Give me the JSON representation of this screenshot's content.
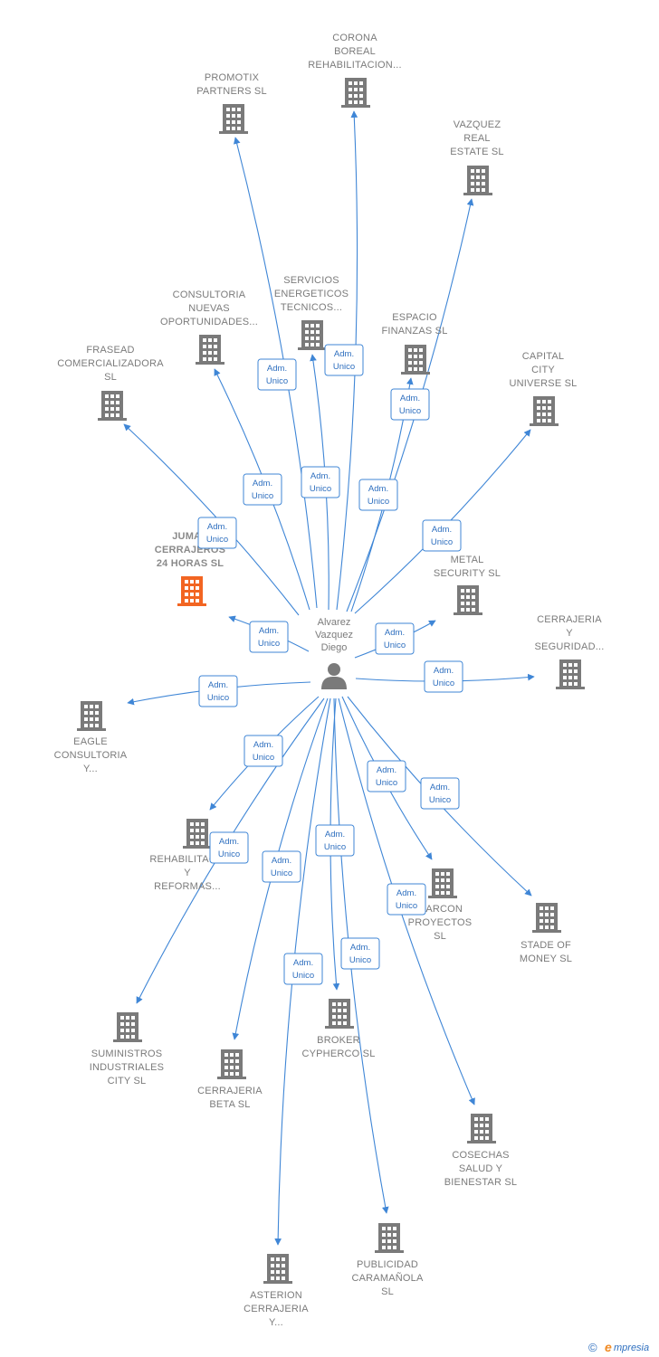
{
  "colors": {
    "edge": "#3f86d6",
    "building": "#7a7a7a",
    "highlight": "#f26522",
    "person": "#7a7a7a"
  },
  "center": {
    "name": [
      "Alvarez",
      "Vazquez",
      "Diego"
    ],
    "icon": "person-icon"
  },
  "companies": [
    {
      "id": "promotix",
      "lines": [
        "PROMOTIX",
        "PARTNERS SL"
      ],
      "icon": "building-icon",
      "highlight": false,
      "badge": [
        "Adm.",
        "Unico"
      ]
    },
    {
      "id": "corona",
      "lines": [
        "CORONA",
        "BOREAL",
        "REHABILITACION..."
      ],
      "icon": "building-icon",
      "highlight": false,
      "badge": [
        "Adm.",
        "Unico"
      ]
    },
    {
      "id": "vazquez-real",
      "lines": [
        "VAZQUEZ",
        "REAL",
        "ESTATE SL"
      ],
      "icon": "building-icon",
      "highlight": false,
      "badge": [
        "Adm.",
        "Unico"
      ]
    },
    {
      "id": "servicios",
      "lines": [
        "SERVICIOS",
        "ENERGETICOS",
        "TECNICOS..."
      ],
      "icon": "building-icon",
      "highlight": false,
      "badge": [
        "Adm.",
        "Unico"
      ]
    },
    {
      "id": "consultoria",
      "lines": [
        "CONSULTORIA",
        "NUEVAS",
        "OPORTUNIDADES..."
      ],
      "icon": "building-icon",
      "highlight": false,
      "badge": [
        "Adm.",
        "Unico"
      ]
    },
    {
      "id": "espacio",
      "lines": [
        "ESPACIO",
        "FINANZAS SL"
      ],
      "icon": "building-icon",
      "highlight": false,
      "badge": [
        "Adm.",
        "Unico"
      ]
    },
    {
      "id": "frasead",
      "lines": [
        "FRASEAD",
        "COMERCIALIZADORA",
        "SL"
      ],
      "icon": "building-icon",
      "highlight": false,
      "badge": [
        "Adm.",
        "Unico"
      ]
    },
    {
      "id": "capital",
      "lines": [
        "CAPITAL",
        "CITY",
        "UNIVERSE SL"
      ],
      "icon": "building-icon",
      "highlight": false,
      "badge": [
        "Adm.",
        "Unico"
      ]
    },
    {
      "id": "jumas",
      "lines": [
        "JUMAS",
        "CERRAJEROS",
        "24 HORAS SL"
      ],
      "icon": "building-icon",
      "highlight": true,
      "badge": [
        "Adm.",
        "Unico"
      ]
    },
    {
      "id": "metal",
      "lines": [
        "METAL",
        "SECURITY SL"
      ],
      "icon": "building-icon",
      "highlight": false,
      "badge": [
        "Adm.",
        "Unico"
      ]
    },
    {
      "id": "cerrajeria-seg",
      "lines": [
        "CERRAJERIA",
        "Y",
        "SEGURIDAD..."
      ],
      "icon": "building-icon",
      "highlight": false,
      "badge": [
        "Adm.",
        "Unico"
      ]
    },
    {
      "id": "eagle",
      "lines": [
        "EAGLE",
        "CONSULTORIA",
        "Y..."
      ],
      "icon": "building-icon",
      "highlight": false,
      "badge": [
        "Adm.",
        "Unico"
      ]
    },
    {
      "id": "rehabilitac",
      "lines": [
        "REHABILITAC...",
        "Y",
        "REFORMAS..."
      ],
      "icon": "building-icon",
      "highlight": false,
      "badge": [
        "Adm.",
        "Unico"
      ]
    },
    {
      "id": "marcon",
      "lines": [
        "MARCON",
        "PROYECTOS",
        "SL"
      ],
      "icon": "building-icon",
      "highlight": false,
      "badge": [
        "Adm.",
        "Unico"
      ]
    },
    {
      "id": "stade",
      "lines": [
        "STADE OF",
        "MONEY SL"
      ],
      "icon": "building-icon",
      "highlight": false,
      "badge": [
        "Adm.",
        "Unico"
      ]
    },
    {
      "id": "suministros",
      "lines": [
        "SUMINISTROS",
        "INDUSTRIALES",
        "CITY SL"
      ],
      "icon": "building-icon",
      "highlight": false,
      "badge": [
        "Adm.",
        "Unico"
      ]
    },
    {
      "id": "cerrajeria-beta",
      "lines": [
        "CERRAJERIA",
        "BETA SL"
      ],
      "icon": "building-icon",
      "highlight": false,
      "badge": [
        "Adm.",
        "Unico"
      ]
    },
    {
      "id": "broker",
      "lines": [
        "BROKER",
        "CYPHERCO SL"
      ],
      "icon": "building-icon",
      "highlight": false,
      "badge": [
        "Adm.",
        "Unico"
      ]
    },
    {
      "id": "cosechas",
      "lines": [
        "COSECHAS",
        "SALUD Y",
        "BIENESTAR SL"
      ],
      "icon": "building-icon",
      "highlight": false,
      "badge": [
        "Adm.",
        "Unico"
      ]
    },
    {
      "id": "asterion",
      "lines": [
        "ASTERION",
        "CERRAJERIA",
        "Y..."
      ],
      "icon": "building-icon",
      "highlight": false,
      "badge": [
        "Adm.",
        "Unico"
      ]
    },
    {
      "id": "publicidad",
      "lines": [
        "PUBLICIDAD",
        "CARAMAÑOLA",
        "SL"
      ],
      "icon": "building-icon",
      "highlight": false,
      "badge": [
        "Adm.",
        "Unico"
      ]
    }
  ],
  "brand": {
    "copyright": "©",
    "initial": "e",
    "name": "mpresia"
  }
}
